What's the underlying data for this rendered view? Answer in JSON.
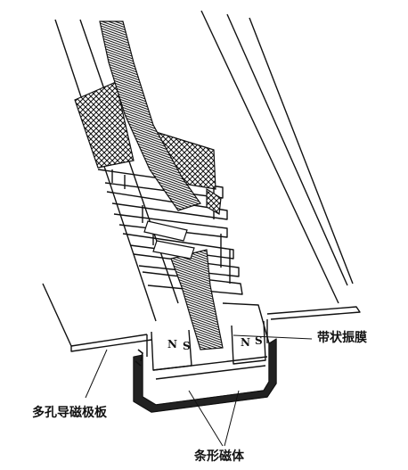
{
  "labels": {
    "diaphragm": "带状振膜",
    "perforated_plate": "多孔导磁极板",
    "bar_magnets": "条形磁体"
  },
  "poles": [
    "N",
    "S",
    "N",
    "S"
  ],
  "colors": {
    "ink": "#111111",
    "paper": "#ffffff"
  }
}
